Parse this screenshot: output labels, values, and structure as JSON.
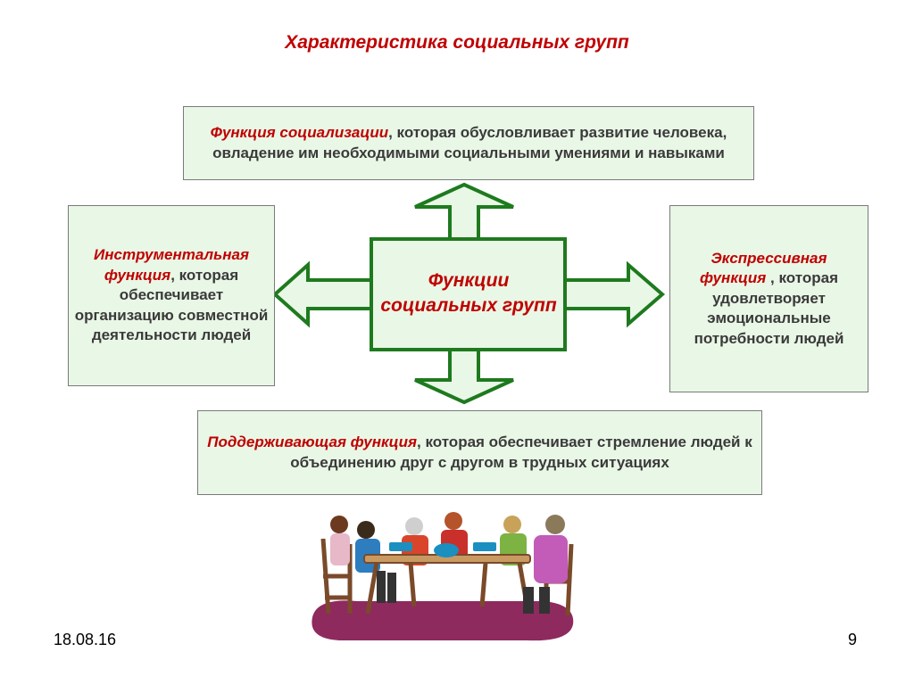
{
  "title": "Характеристика социальных групп",
  "center": {
    "label": "Функции социальных групп"
  },
  "boxes": {
    "top": {
      "highlight": "Функция социализации",
      "text": ", которая обусловливает развитие человека, овладение им необходимыми социальными умениями и навыками"
    },
    "left": {
      "highlight": "Инструментальная функция",
      "text": ", которая обеспечивает организацию совместной деятельности людей"
    },
    "right": {
      "highlight": "Экспрессивная функция",
      "text": " , которая удовлетворяет эмоциональные потребности людей"
    },
    "bottom": {
      "highlight": "Поддерживающая функция",
      "text": ", которая обеспечивает стремление людей к объединению друг с другом в трудных ситуациях"
    }
  },
  "footer": {
    "date": "18.08.16",
    "page": "9"
  },
  "colors": {
    "accent": "#c00000",
    "arrow_stroke": "#1e7a1e",
    "box_fill": "#e9f7e6"
  },
  "icons": {
    "clipart": "people-at-table-illustration"
  }
}
